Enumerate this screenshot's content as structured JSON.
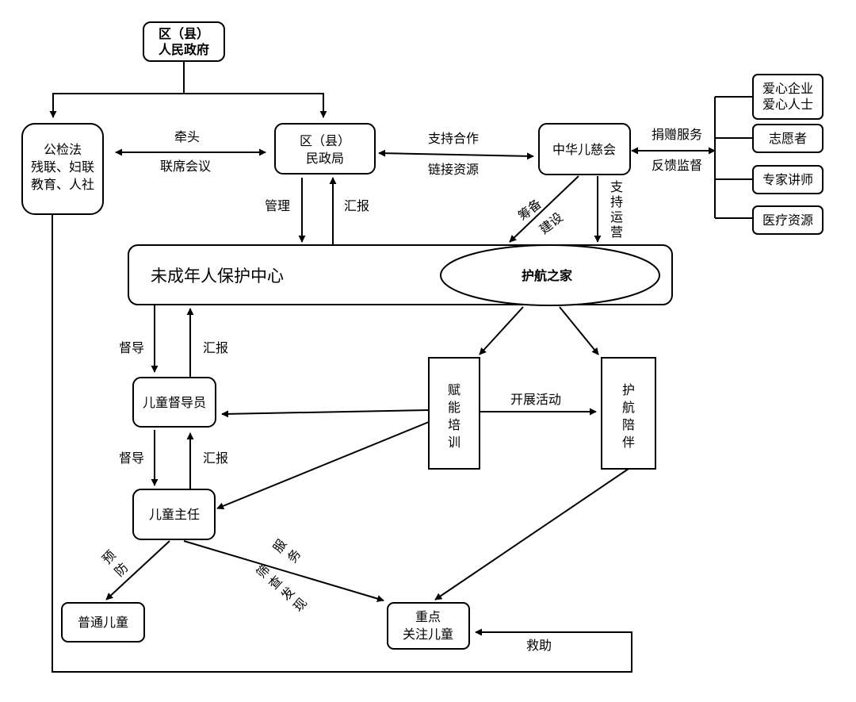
{
  "nodes": {
    "gov": [
      "区（县）",
      "人民政府"
    ],
    "court": [
      "公检法",
      "残联、妇联",
      "教育、人社"
    ],
    "civil": [
      "区（县）",
      "民政局"
    ],
    "charity": "中华儿慈会",
    "corp": [
      "爱心企业",
      "爱心人士"
    ],
    "volunteer": "志愿者",
    "lecturer": "专家讲师",
    "medical": "医疗资源",
    "center": "未成年人保护中心",
    "home": "护航之家",
    "supervisor": "儿童督导员",
    "training": [
      "赋",
      "能",
      "培",
      "训"
    ],
    "escort": [
      "护",
      "航",
      "陪",
      "伴"
    ],
    "director": "儿童主任",
    "normal_child": "普通儿童",
    "focus_child": [
      "重点",
      "关注儿童"
    ]
  },
  "edge_labels": {
    "lead": "牵头",
    "joint_meeting": "联席会议",
    "support_coop": "支持合作",
    "link_resources": "链接资源",
    "donate_service": "捐赠服务",
    "feedback_supervise": "反馈监督",
    "manage": "管理",
    "report_civil": "汇报",
    "prepare": "筹备",
    "build": "建设",
    "support_operate": [
      "支",
      "持",
      "运",
      "营"
    ],
    "supervise_1": "督导",
    "report_1": "汇报",
    "activities": "开展活动",
    "supervise_2": "督导",
    "report_2": "汇报",
    "prevent": [
      "预",
      "防"
    ],
    "service": [
      "服",
      "务"
    ],
    "screen_find": [
      "筛",
      "查",
      "发",
      "现"
    ],
    "rescue": "救助"
  }
}
